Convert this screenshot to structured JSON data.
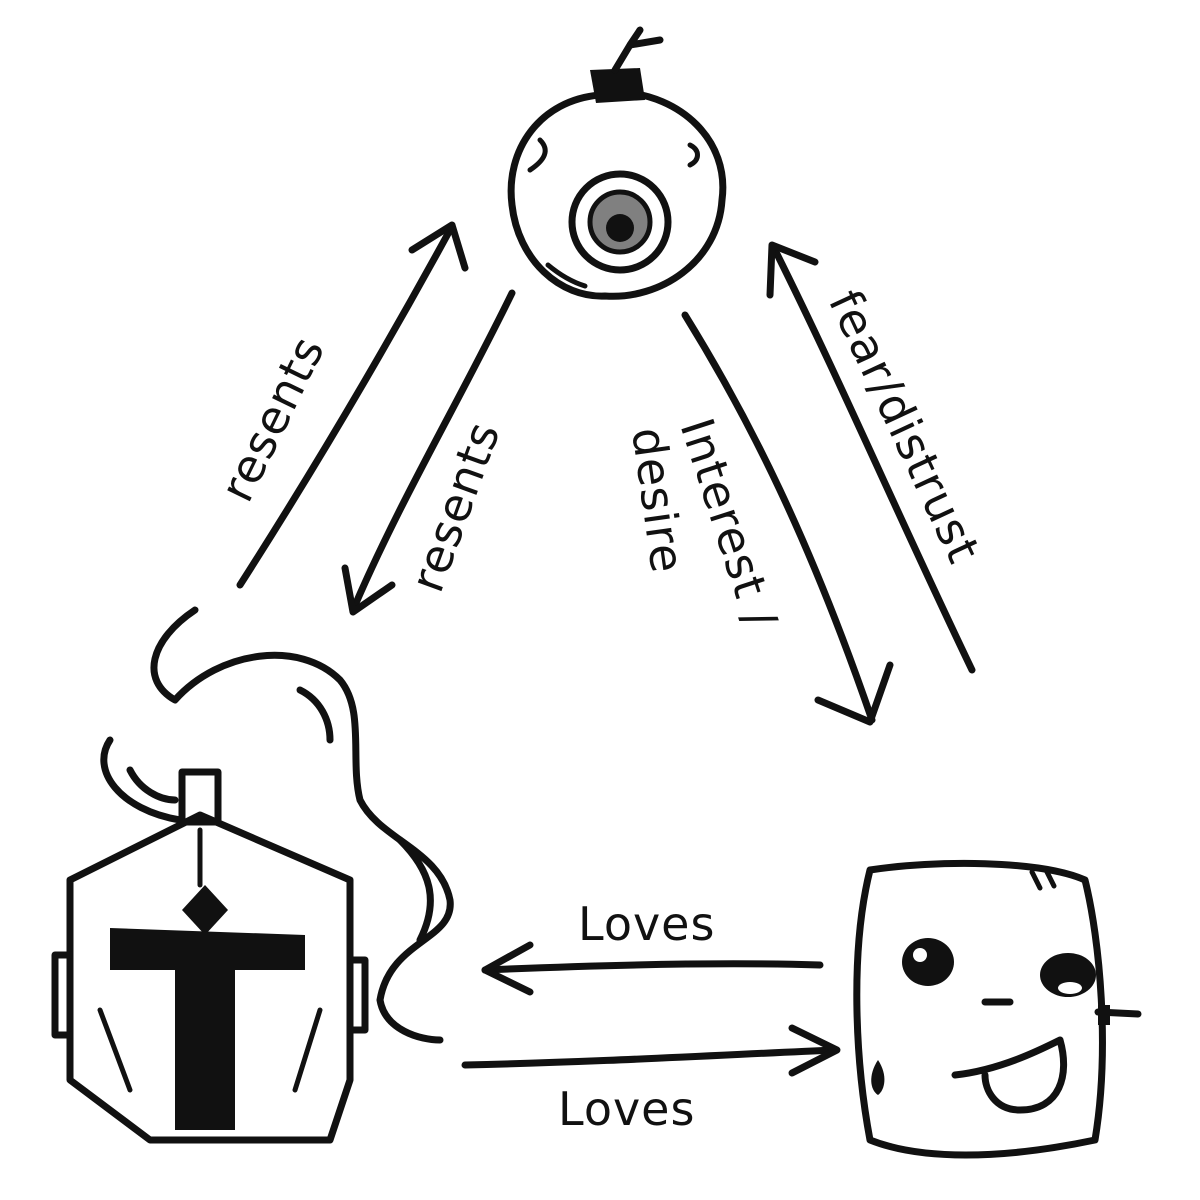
{
  "diagram": {
    "nodes": [
      {
        "id": "eye",
        "icon": "eyeball-icon"
      },
      {
        "id": "knight",
        "icon": "knight-helmet-icon"
      },
      {
        "id": "cube",
        "icon": "smiling-cube-icon"
      }
    ],
    "edges": [
      {
        "from": "knight",
        "to": "eye",
        "label": "resents"
      },
      {
        "from": "eye",
        "to": "knight",
        "label": "resents"
      },
      {
        "from": "eye",
        "to": "cube",
        "label": "Interest / desire",
        "line1": "Interest /",
        "line2": "desire"
      },
      {
        "from": "cube",
        "to": "eye",
        "label": "fear/distrust"
      },
      {
        "from": "cube",
        "to": "knight",
        "label": "Loves"
      },
      {
        "from": "knight",
        "to": "cube",
        "label": "Loves"
      }
    ]
  },
  "colors": {
    "ink": "#111111",
    "iris": "#808080",
    "background": "#ffffff"
  }
}
